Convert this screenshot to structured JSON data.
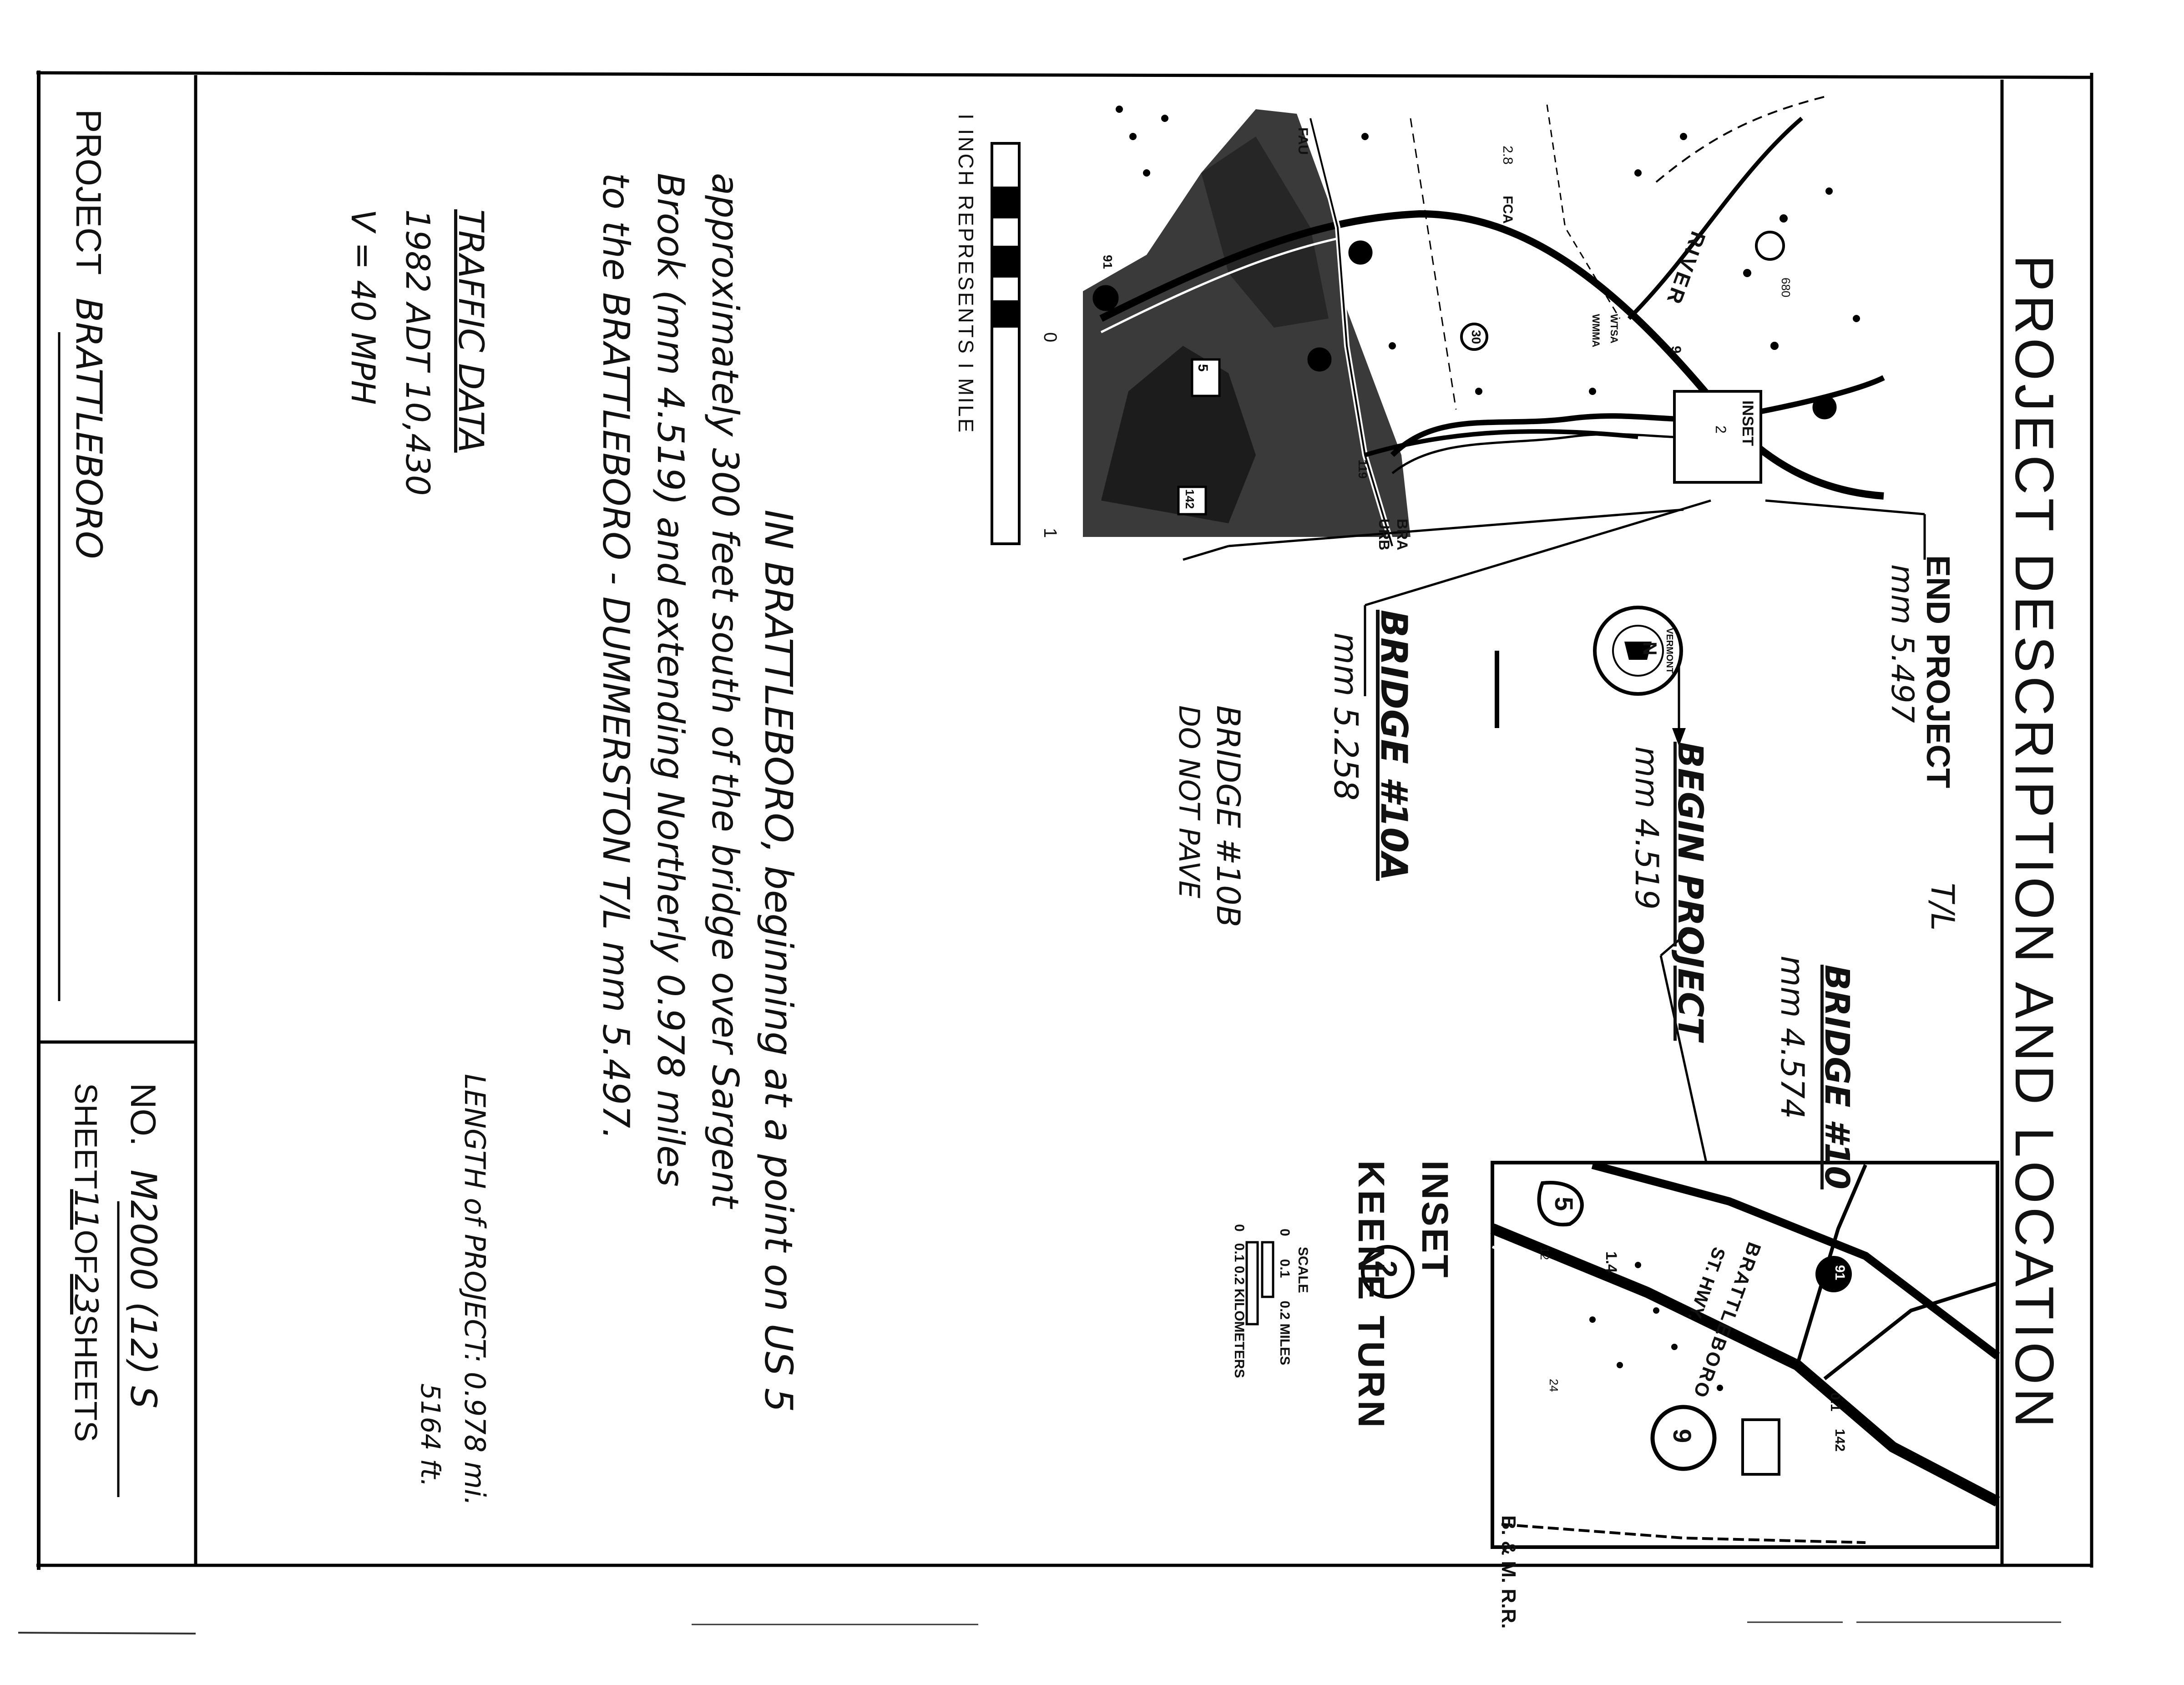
{
  "header": {
    "title": "PROJECT DESCRIPTION AND LOCATION"
  },
  "map": {
    "end_project_label": "END PROJECT",
    "end_project_mm": "mm 5.497",
    "tl_mark": "T/L",
    "bridge10_label": "BRIDGE #10",
    "bridge10_mm": "mm 4.574",
    "begin_project_label": "BEGIN PROJECT",
    "begin_project_mm": "mm 4.519",
    "bridge10a_label": "BRIDGE #10A",
    "bridge10a_mm": "mm 5.258",
    "bridge10b_label": "BRIDGE #10B",
    "bridge10b_note": "DO NOT PAVE",
    "compass_n": "N",
    "compass_seal": "VERMONT",
    "inset_box_label": "INSET",
    "inset_box_number": "2",
    "river_label": "RIVER",
    "route_labels": [
      "FAU",
      "FCA",
      "5",
      "9",
      "91",
      "30",
      "142",
      "119",
      "680",
      "2.8",
      "WTSA",
      "WMMA",
      "BRA",
      "URB"
    ],
    "scale_bar_caption": "I INCH REPRESENTS I MILE",
    "scale_bar_zero": "0",
    "scale_bar_one": "1"
  },
  "inset": {
    "title": "INSET",
    "number": "2",
    "subtitle": "KEENE TURN",
    "scale_label": "SCALE",
    "scale_miles": "0      0.1      0.2 MILES",
    "scale_km": "0   0.1 0.2 KILOMETERS",
    "labels": [
      "5",
      "9",
      "91",
      "BRATTLEBORO",
      "ST. HWY.",
      "B. & M. R.R.",
      "1.4",
      "0.1",
      "12",
      "24",
      "142"
    ]
  },
  "description": {
    "line1": "IN BRATTLEBORO, beginning at a point on US 5",
    "line2": "approximately 300 feet south of the bridge over Sargent",
    "line3": "Brook (mm 4.519) and extending Northerly 0.978 miles",
    "line4": "to the BRATTLEBORO - DUMMERSTON T/L mm 5.497."
  },
  "traffic": {
    "heading": "TRAFFIC DATA",
    "adt": "1982 ADT 10,430",
    "speed": "V = 40 MPH"
  },
  "length": {
    "line1": "LENGTH of PROJECT: 0.978 mi.",
    "line2": "5164 ft."
  },
  "footer": {
    "project_prefix": "PROJECT",
    "project_name": "BRATTLEBORO",
    "no_prefix": "NO.",
    "project_number": "M2000 (12) S",
    "sheet_prefix": "SHEET",
    "sheet_number": "11",
    "sheet_of": "OF",
    "sheet_total": "23",
    "sheet_suffix": "SHEETS"
  }
}
